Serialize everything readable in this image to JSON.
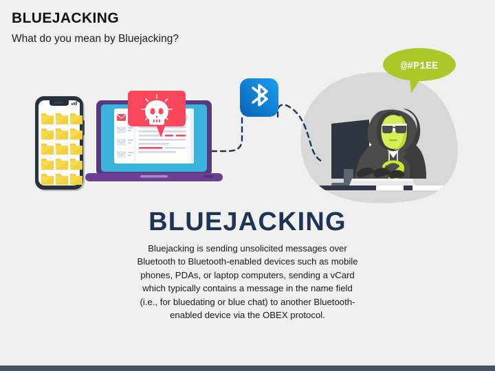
{
  "slide": {
    "background_color": "#f0f0f0",
    "bottom_bar_color": "#455069"
  },
  "header": {
    "title": "BLUEJACKING",
    "subtitle": "What do you mean by Bluejacking?",
    "title_color": "#111111"
  },
  "illustration": {
    "speech_bubble": {
      "text": "@#P1EE",
      "fill_color": "#aac928",
      "text_color": "#ffffff"
    },
    "bluetooth_icon": {
      "name": "bluetooth-icon",
      "gradient_from": "#0a6fc2",
      "gradient_to": "#1b9ef0",
      "glyph_color": "#ffffff"
    },
    "phone": {
      "name": "smartphone",
      "frame_color": "#27323f",
      "screen_color": "#fbfbfb",
      "folder_color": "#f5cf38",
      "folder_rows": 5,
      "folder_columns": 3
    },
    "laptop": {
      "name": "laptop",
      "frame_color": "#573a7d",
      "bezel_color": "#3ab4dd",
      "screen_color": "#ffffff",
      "base_color": "#6b3f91",
      "alert_bubble_color": "#f9485b",
      "alert_icon": "skull-icon",
      "highlight_color": "#f9485b"
    },
    "hacker": {
      "name": "hacker-scene",
      "blob_color": "#d8d8d8",
      "hoodie_color": "#4b4b4b",
      "hoodie_shade": "#3c3c3c",
      "face_color": "#d4f056",
      "accent_color": "#c8e62b",
      "monitor_color": "#323b43",
      "code_color": "#b6e021",
      "desk_color": "#2e3a45",
      "radiation_symbol": "radiation-icon"
    },
    "connection_line": {
      "name": "dashed-bluetooth-link",
      "color": "#1d3456",
      "style": "dashed"
    }
  },
  "main": {
    "title": "BLUEJACKING",
    "title_color": "#1d3456",
    "paragraph_lines": [
      "Bluejacking is sending unsolicited messages over",
      "Bluetooth to Bluetooth-enabled devices such as mobile",
      "phones, PDAs, or laptop computers, sending a vCard",
      "which typically contains a message in the name field",
      "(i.e., for bluedating or blue chat) to another Bluetooth-",
      "enabled device via the OBEX protocol."
    ]
  }
}
